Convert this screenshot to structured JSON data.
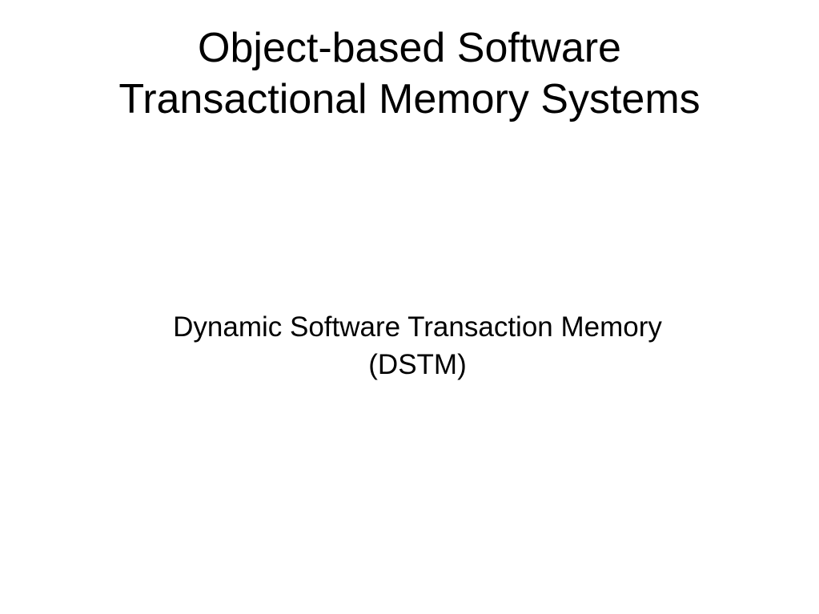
{
  "slide": {
    "title_line1": "Object-based Software",
    "title_line2": "Transactional Memory Systems",
    "subtitle_line1": "Dynamic Software Transaction Memory",
    "subtitle_line2": "(DSTM)"
  }
}
